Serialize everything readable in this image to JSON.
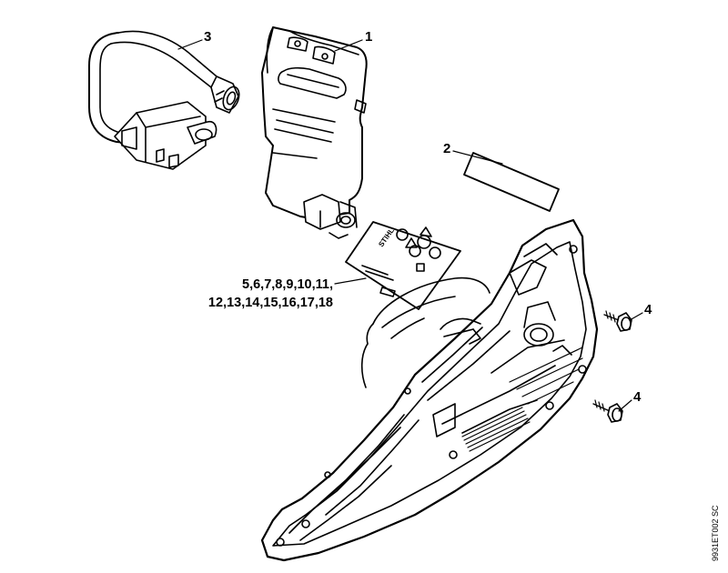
{
  "callouts": {
    "front_handle": "3",
    "handle_cover": "1",
    "label_plate": "2",
    "screw_upper": "4",
    "screw_lower": "4",
    "decal_set_line1": "5,6,7,8,9,10,11,",
    "decal_set_line2": "12,13,14,15,16,17,18"
  },
  "decal_text": "STIHL",
  "document_id": "9931ET002 SC"
}
